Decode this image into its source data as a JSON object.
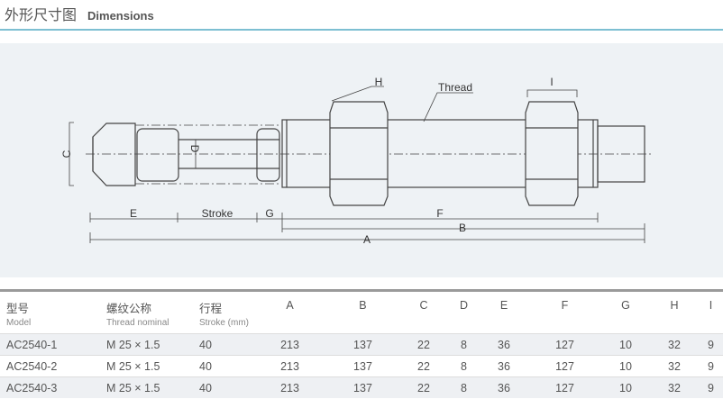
{
  "title": {
    "zh": "外形尺寸图",
    "en": "Dimensions"
  },
  "drawing": {
    "labels": {
      "C": "C",
      "D": "D",
      "E": "E",
      "stroke": "Stroke",
      "G": "G",
      "F": "F",
      "B": "B",
      "A": "A",
      "H": "H",
      "I": "I",
      "thread": "Thread"
    }
  },
  "table": {
    "headers": [
      {
        "zh": "型号",
        "en": "Model"
      },
      {
        "zh": "螺纹公称",
        "en": "Thread nominal"
      },
      {
        "zh": "行程",
        "en": "Stroke (mm)"
      },
      "A",
      "B",
      "C",
      "D",
      "E",
      "F",
      "G",
      "H",
      "I"
    ],
    "rows": [
      [
        "AC2540-1",
        "M 25 × 1.5",
        "40",
        "213",
        "137",
        "22",
        "8",
        "36",
        "127",
        "10",
        "32",
        "9"
      ],
      [
        "AC2540-2",
        "M 25 × 1.5",
        "40",
        "213",
        "137",
        "22",
        "8",
        "36",
        "127",
        "10",
        "32",
        "9"
      ],
      [
        "AC2540-3",
        "M 25 × 1.5",
        "40",
        "213",
        "137",
        "22",
        "8",
        "36",
        "127",
        "10",
        "32",
        "9"
      ]
    ]
  }
}
